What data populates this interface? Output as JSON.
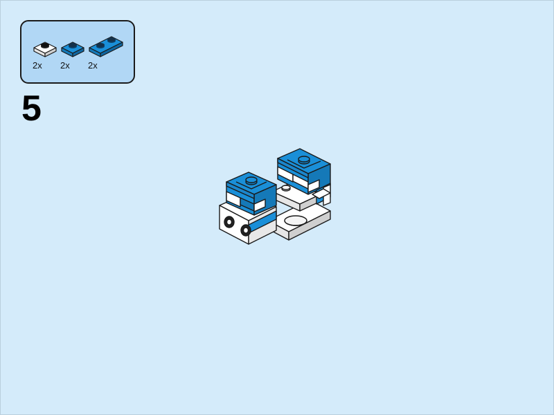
{
  "step": {
    "number": "5"
  },
  "parts_list": [
    {
      "part": "plate-1x1-white",
      "color": "#ffffff",
      "quantity": "2x"
    },
    {
      "part": "plate-1x1-blue",
      "color": "#1a8fd8",
      "quantity": "2x"
    },
    {
      "part": "plate-1x2-blue",
      "color": "#1a8fd8",
      "quantity": "2x"
    }
  ],
  "colors": {
    "background": "#d4ebfa",
    "callout_fill": "#b1d7f5",
    "brick_blue": "#1a8fd8",
    "brick_white": "#ffffff",
    "outline": "#1a1a1a"
  }
}
